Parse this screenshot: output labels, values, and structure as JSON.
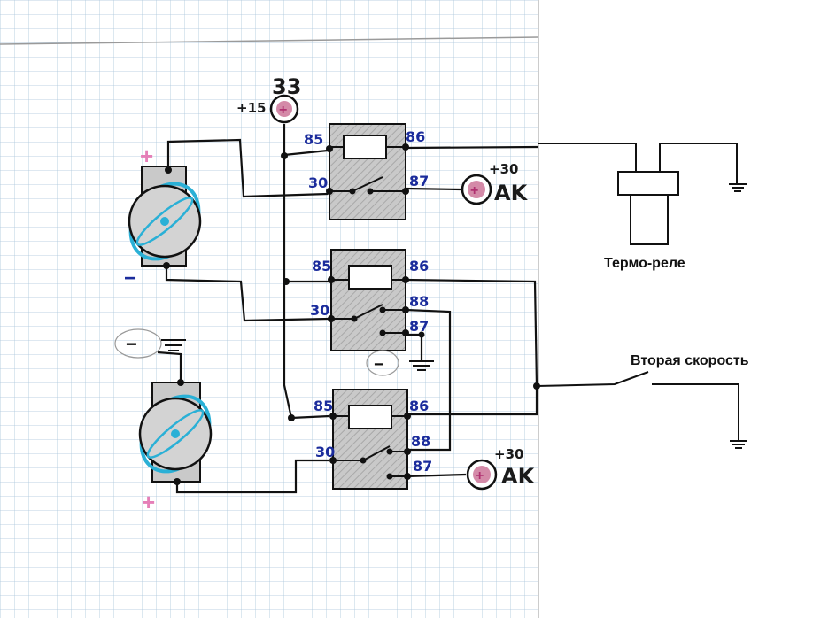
{
  "diagram": {
    "top_label": "33",
    "ignition_label": "+15",
    "relays": [
      {
        "id": "relay-1",
        "pins": [
          "85",
          "86",
          "30",
          "87"
        ]
      },
      {
        "id": "relay-2",
        "pins": [
          "85",
          "86",
          "30",
          "88",
          "87"
        ]
      },
      {
        "id": "relay-3",
        "pins": [
          "85",
          "86",
          "30",
          "88",
          "87"
        ]
      }
    ],
    "battery_1": {
      "voltage": "+30",
      "name": "AK"
    },
    "battery_2": {
      "voltage": "+30",
      "name": "AK"
    },
    "thermo_relay_label": "Термо-реле",
    "second_speed_label": "Вторая скорость",
    "plus_sign": "+",
    "minus_sign": "−",
    "colors": {
      "paper": "#ffffff",
      "grid": "#a9c4da",
      "ink": "#111111",
      "pin_ink": "#1b2c9c",
      "relay_fill": "#c9c9c9",
      "terminal_fill": "#d48aa8",
      "fan_blade": "#2ab0d6",
      "plus_color": "#e57fb8"
    }
  }
}
